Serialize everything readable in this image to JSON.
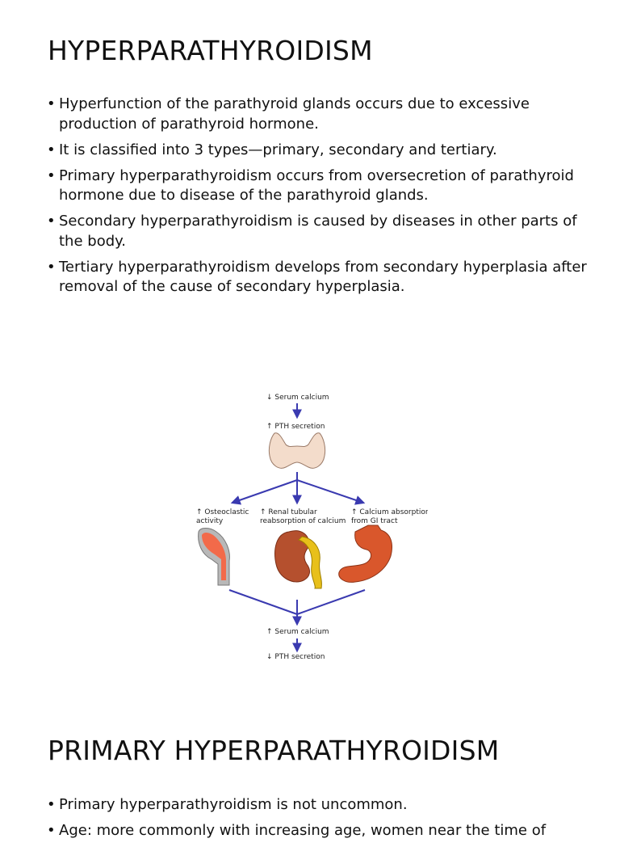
{
  "slide1": {
    "title": "HYPERPARATHYROIDISM",
    "bullets": [
      "Hyperfunction of the parathyroid glands occurs due to excessive production of parathyroid hormone.",
      "It is classified into 3 types—primary, secondary and tertiary.",
      "Primary hyperparathyroidism occurs from oversecretion of parathyroid hormone due to disease of the parathyroid glands.",
      "Secondary hyperparathyroidism is caused by diseases in other parts of the body.",
      "Tertiary hyperparathyroidism develops from secondary hyperplasia after removal of the cause of secondary hyperplasia."
    ],
    "figure": {
      "top_label": "↓ Serum calcium",
      "second_label": "↑ PTH secretion",
      "left_label": [
        "↑ Osteoclastic",
        "activity"
      ],
      "middle_label": [
        "↑  Renal tubular",
        "reabsorption of calcium"
      ],
      "right_label": [
        "↑ Calcium absorption",
        "from GI tract"
      ],
      "bottom_label": "↑ Serum calcium",
      "last_label": "↓ PTH secretion",
      "arrow_color": "#3a3ab0",
      "bone_color": "#f26a4a",
      "kidney_color": "#b5502e",
      "kidney_inner_color": "#e8c01a",
      "stomach_color": "#d9572c",
      "gland_color": "#f3dccb"
    }
  },
  "slide2": {
    "title": "PRIMARY HYPERPARATHYROIDISM",
    "bullets": [
      "Primary hyperparathyroidism is not uncommon.",
      "Age: more commonly with increasing age, women near the time of"
    ]
  }
}
